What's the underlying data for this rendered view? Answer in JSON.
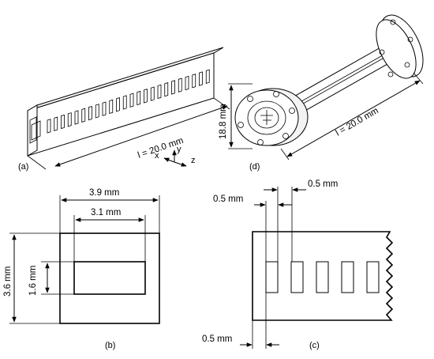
{
  "panels": {
    "a": {
      "label": "(a)",
      "length_label": "l = 20.0 mm",
      "slot_count": 24
    },
    "b": {
      "label": "(b)",
      "outer_width": "3.9 mm",
      "inner_width": "3.1 mm",
      "outer_height": "3.6 mm",
      "inner_height": "1.6 mm"
    },
    "c": {
      "label": "(c)",
      "slot_gap": "0.5 mm",
      "slot_width": "0.5 mm",
      "edge_offset": "0.5 mm",
      "slot_count": 5
    },
    "d": {
      "label": "(d)",
      "diameter": "18.8 mm",
      "length_label": "l = 20.0 mm"
    }
  },
  "axes": {
    "x": "x",
    "y": "y",
    "z": "z"
  }
}
